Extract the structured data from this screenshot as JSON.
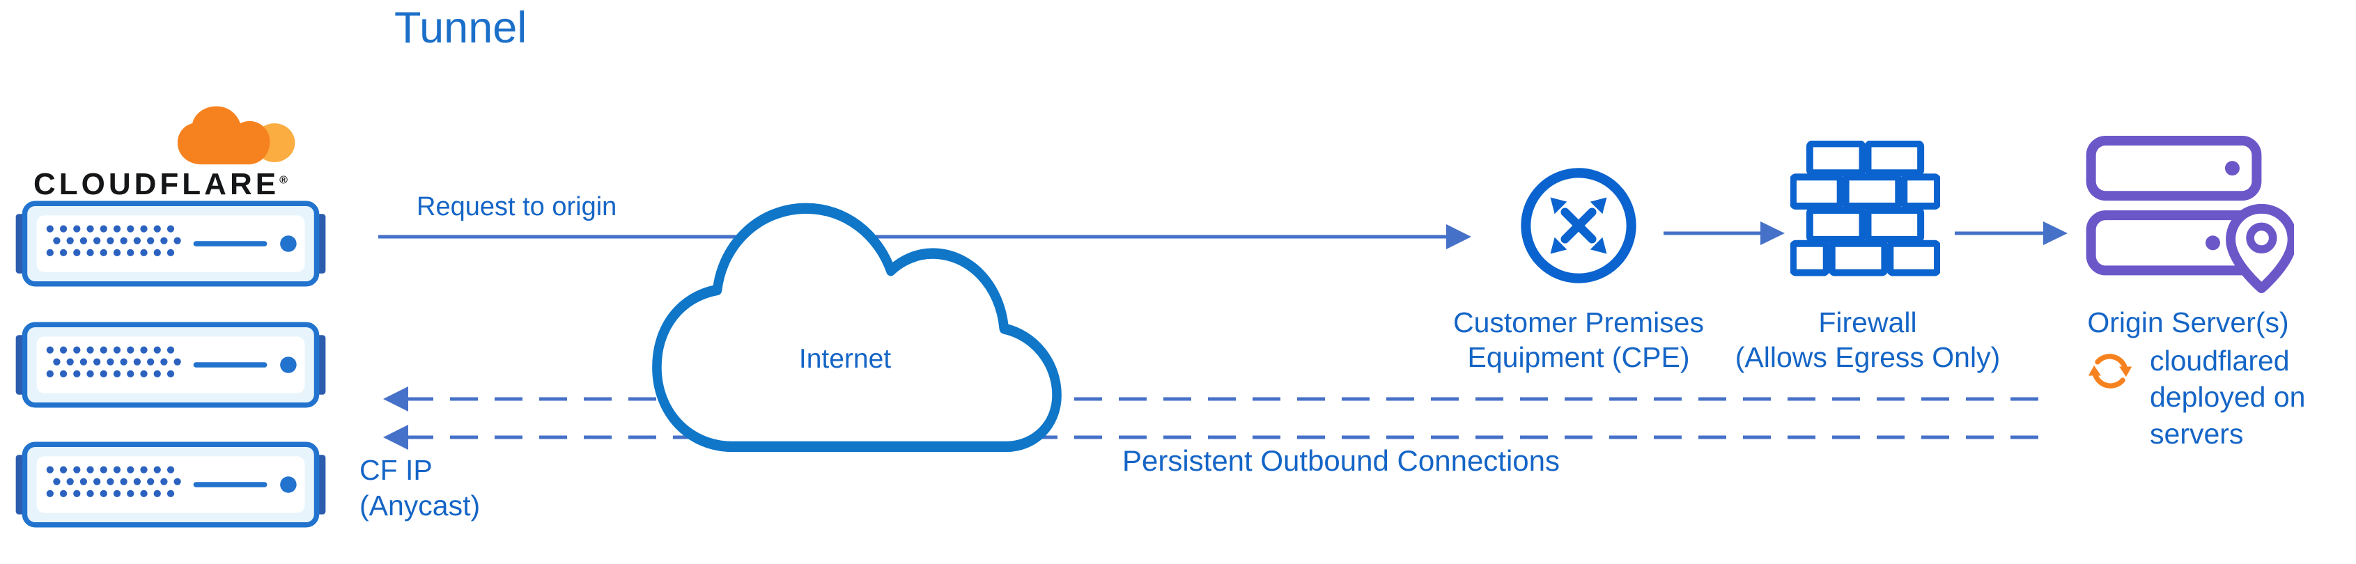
{
  "title": "Tunnel",
  "brand": {
    "name": "CLOUDFLARE",
    "registered": "®"
  },
  "colors": {
    "text_blue": "#1565C6",
    "title_blue": "#1B6FC9",
    "line_blue": "#4671C8",
    "icon_blue": "#0A63CE",
    "cloud_outline_blue": "#0F76C8",
    "server_blue": "#2273CD",
    "server_tab_blue": "#2B5CAE",
    "orange": "#F6821F",
    "orange_light": "#FBAD41",
    "purple": "#6C57C9",
    "brand_black": "#151618"
  },
  "nodes": {
    "internet": "Internet",
    "cpe": {
      "line1": "Customer Premises",
      "line2": "Equipment (CPE)"
    },
    "firewall": {
      "line1": "Firewall",
      "line2": "(Allows Egress Only)"
    },
    "origin": "Origin Server(s)",
    "cloudflared": {
      "line1": "cloudflared",
      "line2": "deployed on",
      "line3": "servers"
    },
    "cf_ip": {
      "line1": "CF IP",
      "line2": "(Anycast)"
    }
  },
  "edges": {
    "request": "Request to origin",
    "persistent": "Persistent Outbound Connections"
  },
  "icons": {
    "cloudflare-logo-cloud-icon": "orange two-tone cloud logo",
    "server-rack-icon": "blue server appliance with dot grid",
    "internet-cloud-icon": "blue cloud outline",
    "cpe-router-icon": "circle with crossed double-headed arrows",
    "firewall-icon": "blue brick wall",
    "origin-server-icon": "stacked purple servers with location pin",
    "cloudflared-sync-icon": "orange circular sync arrows"
  }
}
